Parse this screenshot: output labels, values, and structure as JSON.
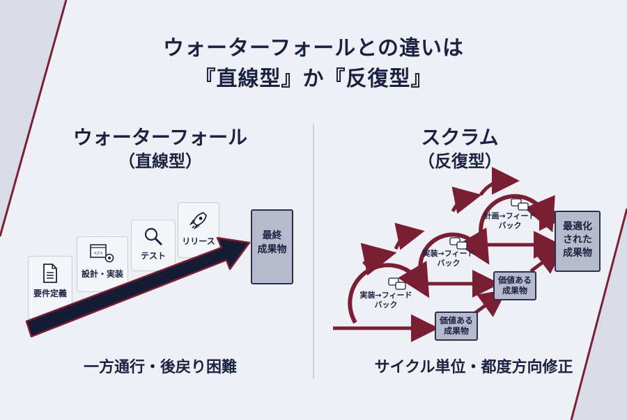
{
  "title": {
    "line1": "ウォーターフォールとの違いは",
    "line2": "『直線型』か『反復型』"
  },
  "waterfall": {
    "heading": "ウォーターフォール",
    "subheading": "（直線型）",
    "steps": [
      {
        "label": "要件定義",
        "icon": "document-icon"
      },
      {
        "label": "設計・実装",
        "icon": "code-gear-icon"
      },
      {
        "label": "テスト",
        "icon": "magnifier-icon"
      },
      {
        "label": "リリース",
        "icon": "rocket-icon"
      }
    ],
    "product": {
      "line1": "最終",
      "line2": "成果物"
    },
    "caption": "一方通行・後戻り困難"
  },
  "scrum": {
    "heading": "スクラム",
    "subheading": "（反復型）",
    "cycles": [
      {
        "line1": "実装→フィード",
        "line2": "バック",
        "icon": "chat-icon"
      },
      {
        "line1": "実装→フィード",
        "line2": "バック",
        "icon": "chat-icon"
      },
      {
        "line1": "計画→フィード",
        "line2": "バック",
        "icon": "chat-icon"
      }
    ],
    "value_boxes": [
      {
        "line1": "価値ある",
        "line2": "成果物"
      },
      {
        "line1": "価値ある",
        "line2": "成果物"
      }
    ],
    "product": {
      "line1": "最適化",
      "line2": "された",
      "line3": "成果物"
    },
    "caption": "サイクル単位・都度方向修正"
  },
  "colors": {
    "navy": "#1b2140",
    "maroon": "#7a1f33",
    "box_fill": "#b7bacd",
    "background": "#eef0f5"
  }
}
